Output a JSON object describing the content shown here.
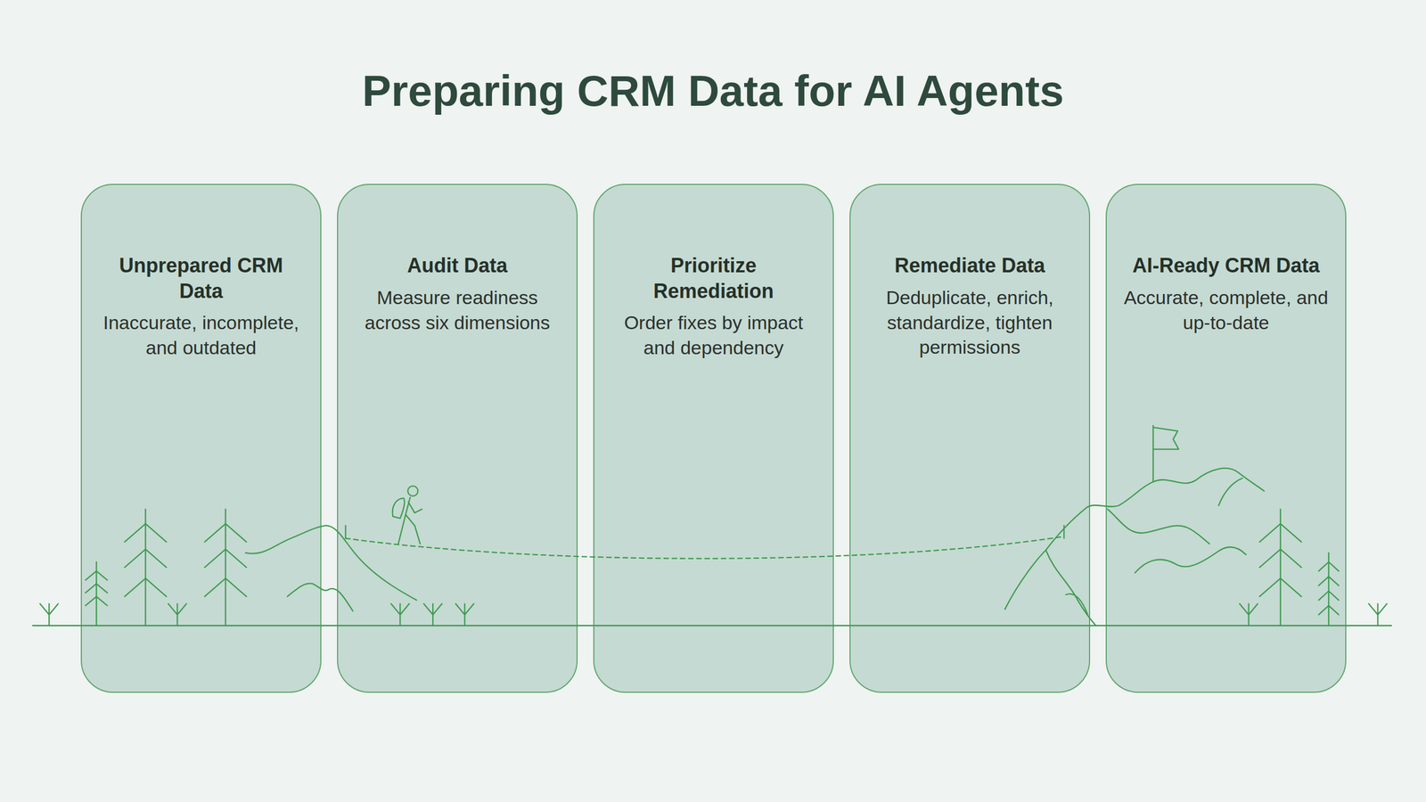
{
  "diagram": {
    "title": "Preparing CRM Data for AI Agents",
    "nodes": [
      {
        "text": [
          "Unprepared CRM Data",
          "Inaccurate, incomplete, and outdated"
        ]
      },
      {
        "text": [
          "Audit Data",
          "Measure readiness across six dimensions"
        ]
      },
      {
        "text": [
          "Prioritize Remediation",
          "Order fixes by impact and dependency"
        ]
      },
      {
        "text": [
          "Remediate Data",
          "Deduplicate, enrich, standardize, tighten permissions"
        ]
      },
      {
        "text": [
          "AI-Ready CRM Data",
          "Accurate, complete, and up-to-date"
        ]
      }
    ]
  }
}
